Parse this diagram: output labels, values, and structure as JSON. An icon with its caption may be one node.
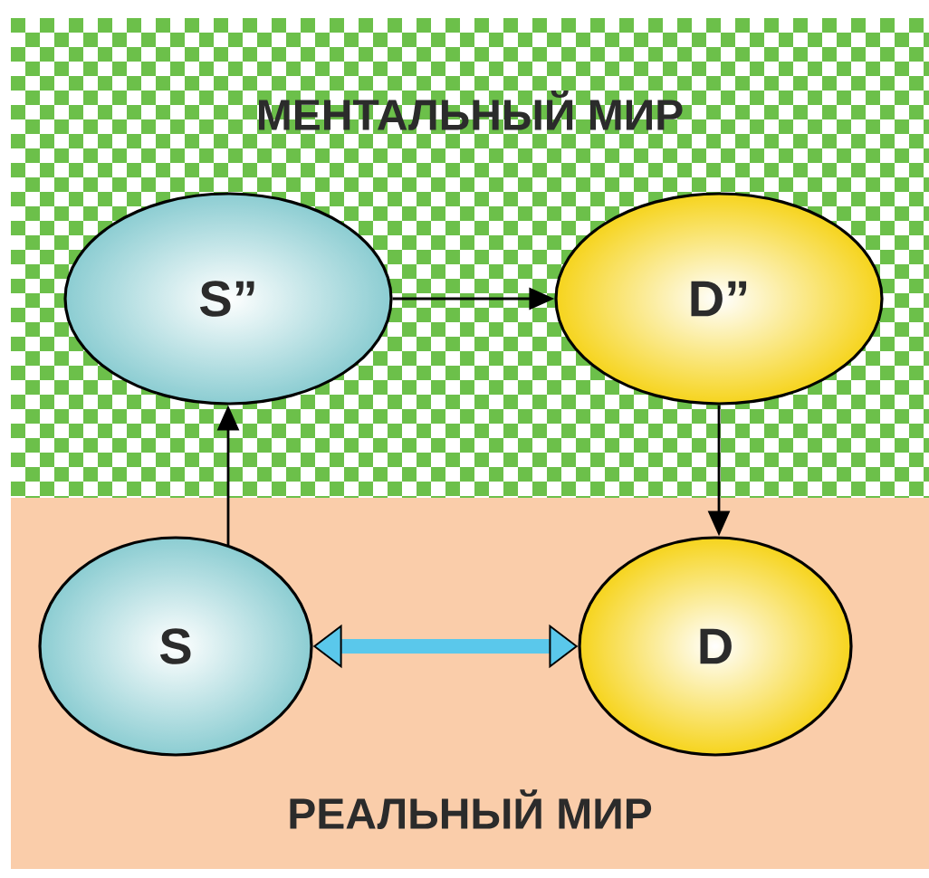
{
  "diagram": {
    "nodes": [
      {
        "text": [
          "МЕНТАЛЬНЫЙ МИР"
        ]
      },
      {
        "text": [
          "S”"
        ],
        "in": 0
      },
      {
        "text": [
          "D”"
        ],
        "in": 0
      },
      {
        "text": [
          "РЕАЛЬНЫЙ МИР"
        ]
      },
      {
        "text": [
          "S"
        ],
        "in": 3
      },
      {
        "text": [
          "D"
        ],
        "in": 3
      }
    ],
    "edges": [
      {
        "from": 1,
        "to": 2,
        "arrow": "to"
      },
      {
        "from": 4,
        "to": 1,
        "arrow": "to"
      },
      {
        "from": 2,
        "to": 5,
        "arrow": "to"
      },
      {
        "from": 4,
        "to": 5,
        "arrow": "both",
        "style": "thick",
        "color": "#5ac8eb"
      }
    ]
  }
}
